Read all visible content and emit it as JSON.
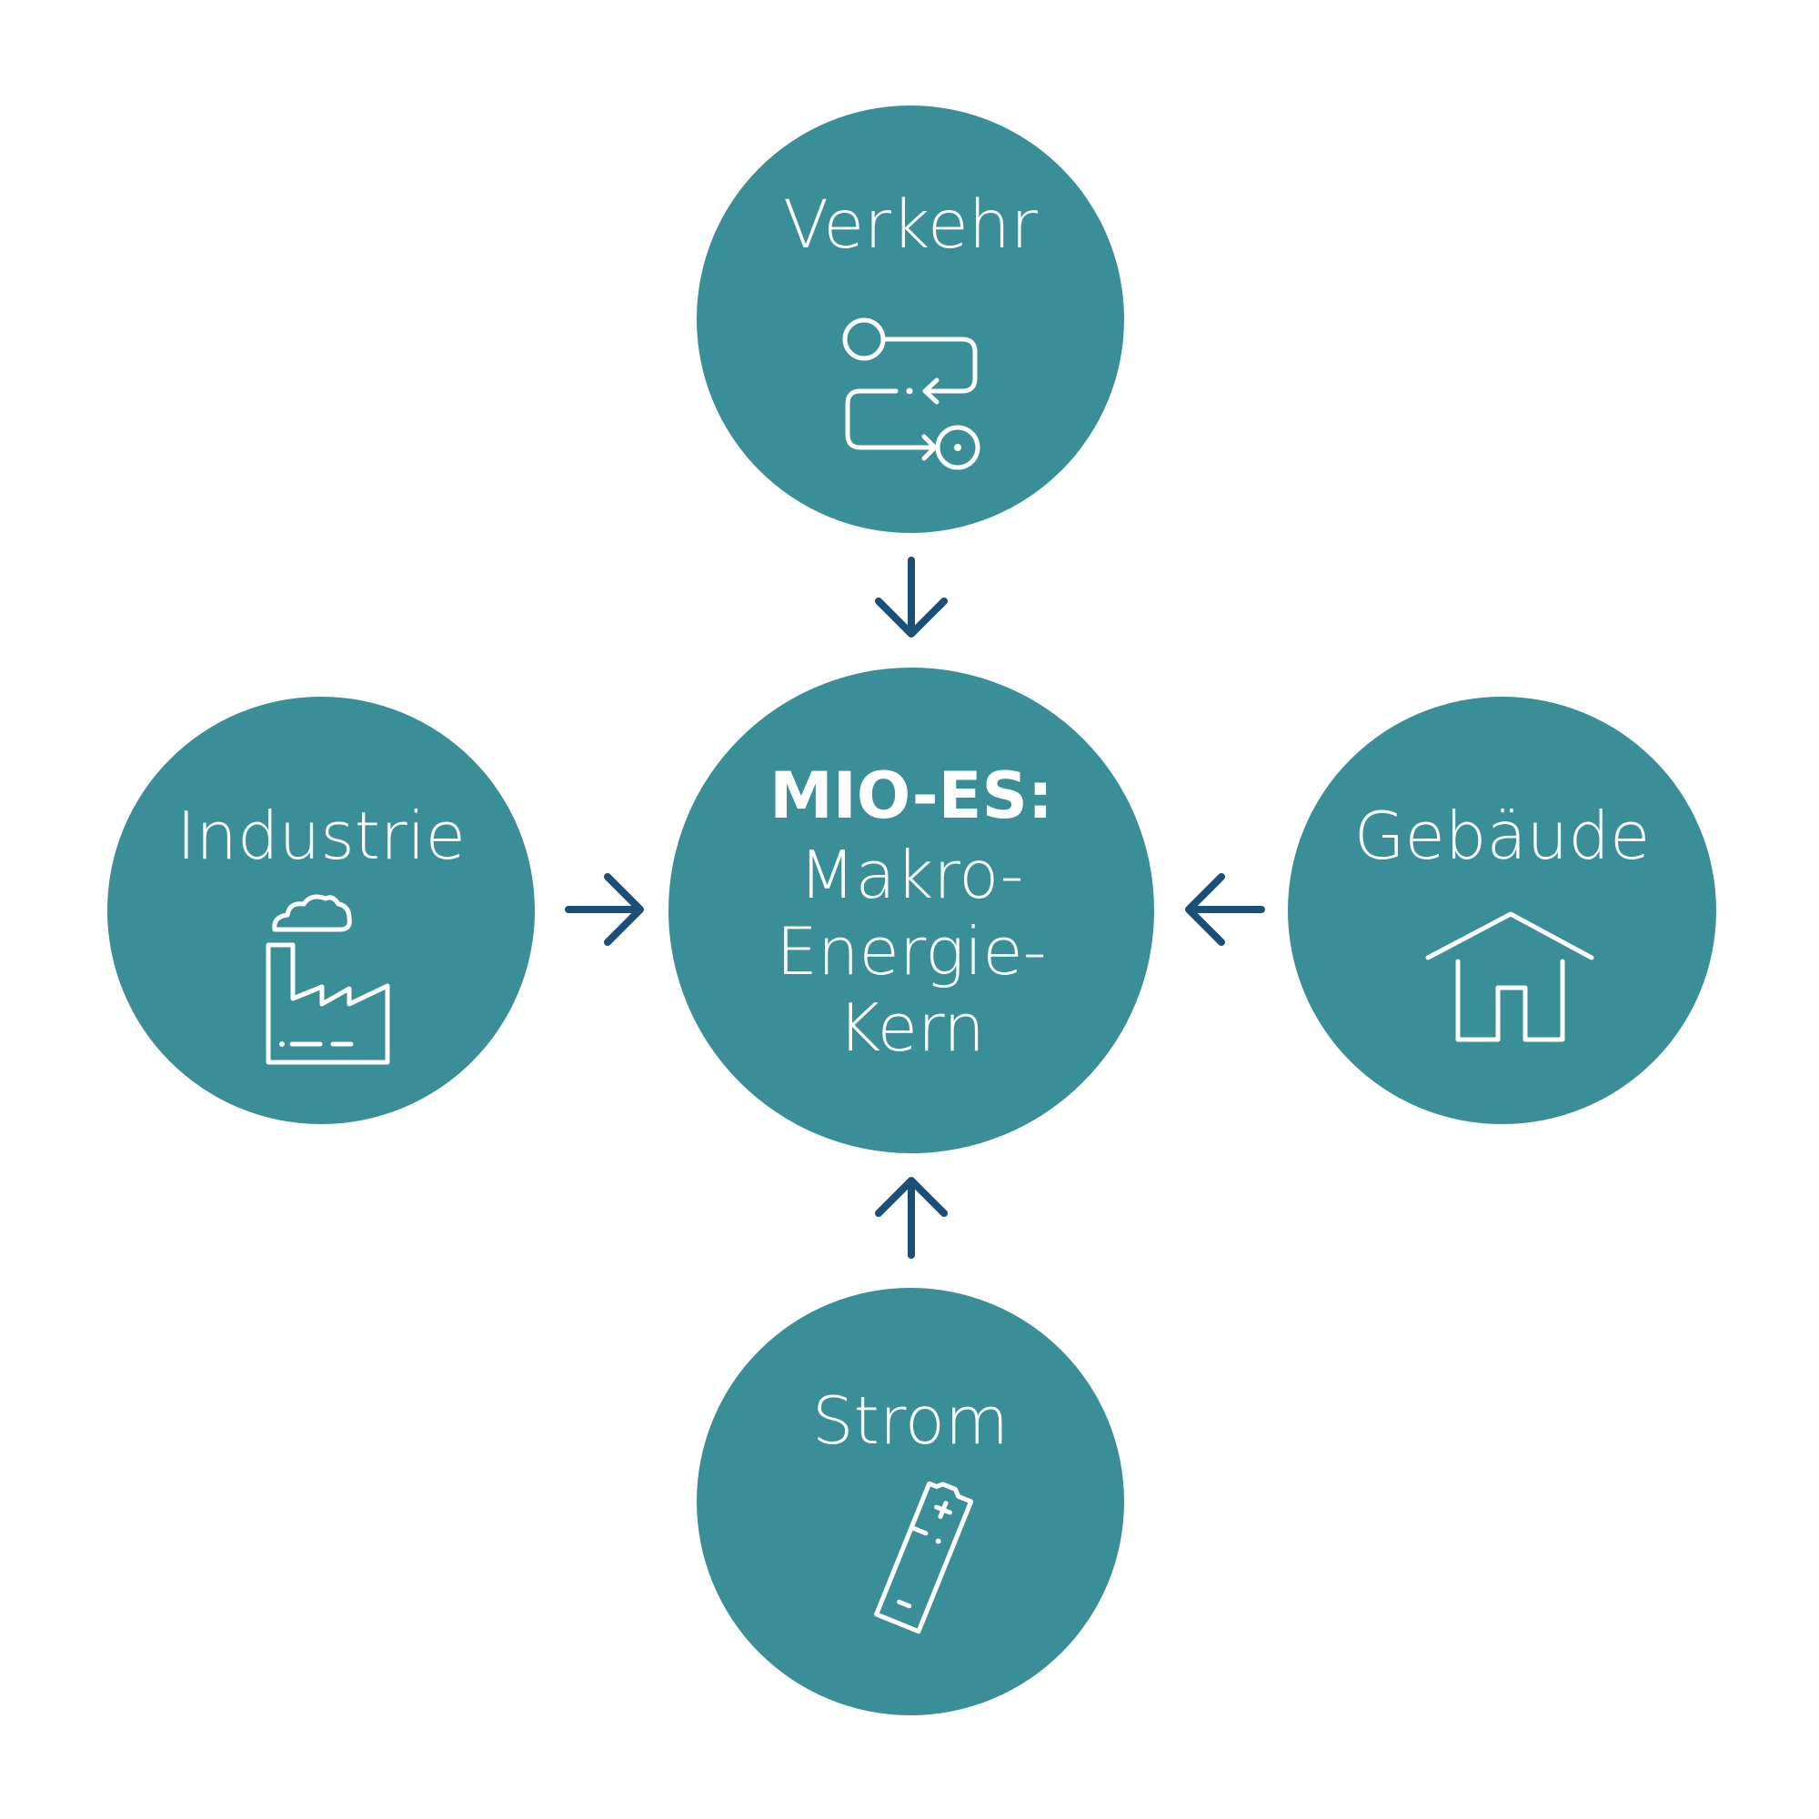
{
  "diagram": {
    "colors": {
      "node_fill": "#3A8E98",
      "arrow": "#1B4F78",
      "text": "#FFFFFF",
      "background": "#FFFFFF"
    },
    "center": {
      "title_bold": "MIO-ES:",
      "lines": [
        "Makro-",
        "Energie-",
        "Kern"
      ]
    },
    "nodes": [
      {
        "id": "verkehr",
        "label": "Verkehr",
        "icon": "route-icon",
        "position": "top"
      },
      {
        "id": "industrie",
        "label": "Industrie",
        "icon": "factory-icon",
        "position": "left"
      },
      {
        "id": "gebaeude",
        "label": "Gebäude",
        "icon": "house-icon",
        "position": "right"
      },
      {
        "id": "strom",
        "label": "Strom",
        "icon": "battery-icon",
        "position": "bottom"
      }
    ],
    "edges": [
      {
        "from": "verkehr",
        "to": "center",
        "direction": "down"
      },
      {
        "from": "industrie",
        "to": "center",
        "direction": "right"
      },
      {
        "from": "gebaeude",
        "to": "center",
        "direction": "left"
      },
      {
        "from": "strom",
        "to": "center",
        "direction": "up"
      }
    ]
  }
}
